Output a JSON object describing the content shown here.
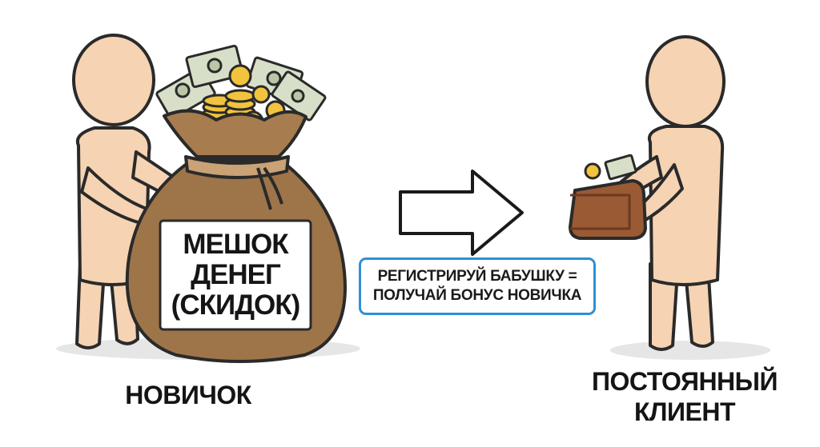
{
  "bag": {
    "label_lines": [
      "МЕШОК",
      "ДЕНЕГ",
      "(СКИДОК)"
    ]
  },
  "note": {
    "lines": [
      "РЕГИСТРИРУЙ БАБУШКУ =",
      "ПОЛУЧАЙ БОНУС НОВИЧКА"
    ],
    "border_color": "#2f8fd6"
  },
  "left_figure": {
    "label": "НОВИЧОК"
  },
  "right_figure": {
    "label_lines": [
      "ПОСТОЯННЫЙ",
      "КЛИЕНТ"
    ]
  },
  "colors": {
    "skin": "#f5d3b3",
    "bag": "#9e7449",
    "wallet": "#9a5a34",
    "coin": "#f2c33d",
    "banknote": "#d7dfc8",
    "outline": "#2a2a2a"
  },
  "icons": [
    "person-icon",
    "money-bag-icon",
    "coin-icon",
    "banknote-icon",
    "wallet-icon",
    "arrow-right-icon"
  ]
}
